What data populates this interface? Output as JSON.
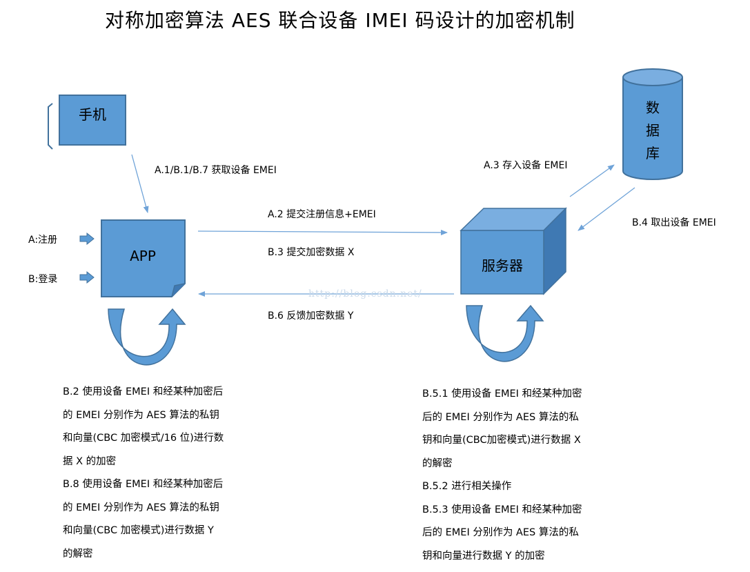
{
  "title": "对称加密算法  AES 联合设备 IMEI 码设计的加密机制",
  "nodes": {
    "phone": "手机",
    "app": "APP",
    "server": "服务器",
    "database": [
      "数",
      "据",
      "库"
    ]
  },
  "inputs": {
    "register": "A:注册",
    "login": "B:登录"
  },
  "edge_labels": {
    "get_imei": "A.1/B.1/B.7 获取设备 EMEI",
    "submit_register": "A.2 提交注册信息+EMEI",
    "submit_encrypted": "B.3 提交加密数据 X",
    "feedback": "B.6 反馈加密数据 Y",
    "store": "A.3 存入设备 EMEI",
    "retrieve": "B.4 取出设备 EMEI"
  },
  "watermark": "http://blog.csdn.net/",
  "left_notes": [
    "B.2 使用设备 EMEI 和经某种加密后",
    "的 EMEI 分别作为 AES 算法的私钥",
    "和向量(CBC 加密模式/16 位)进行数",
    "据 X 的加密",
    "B.8 使用设备 EMEI 和经某种加密后",
    "的 EMEI 分别作为 AES 算法的私钥",
    "和向量(CBC 加密模式)进行数据 Y",
    "的解密"
  ],
  "right_notes": [
    "B.5.1 使用设备 EMEI 和经某种加密",
    "后的 EMEI 分别作为 AES 算法的私",
    "钥和向量(CBC加密模式)进行数据 X",
    "的解密",
    "B.5.2 进行相关操作",
    "B.5.3 使用设备 EMEI 和经某种加密",
    "后的 EMEI 分别作为 AES 算法的私",
    "钥和向量进行数据 Y 的加密"
  ],
  "colors": {
    "shape_fill": "#5b9bd5",
    "shape_stroke": "#41719c",
    "arrow_line": "#6fa3d8",
    "cube_top": "#7aaee0",
    "cube_side": "#3f79b3"
  }
}
